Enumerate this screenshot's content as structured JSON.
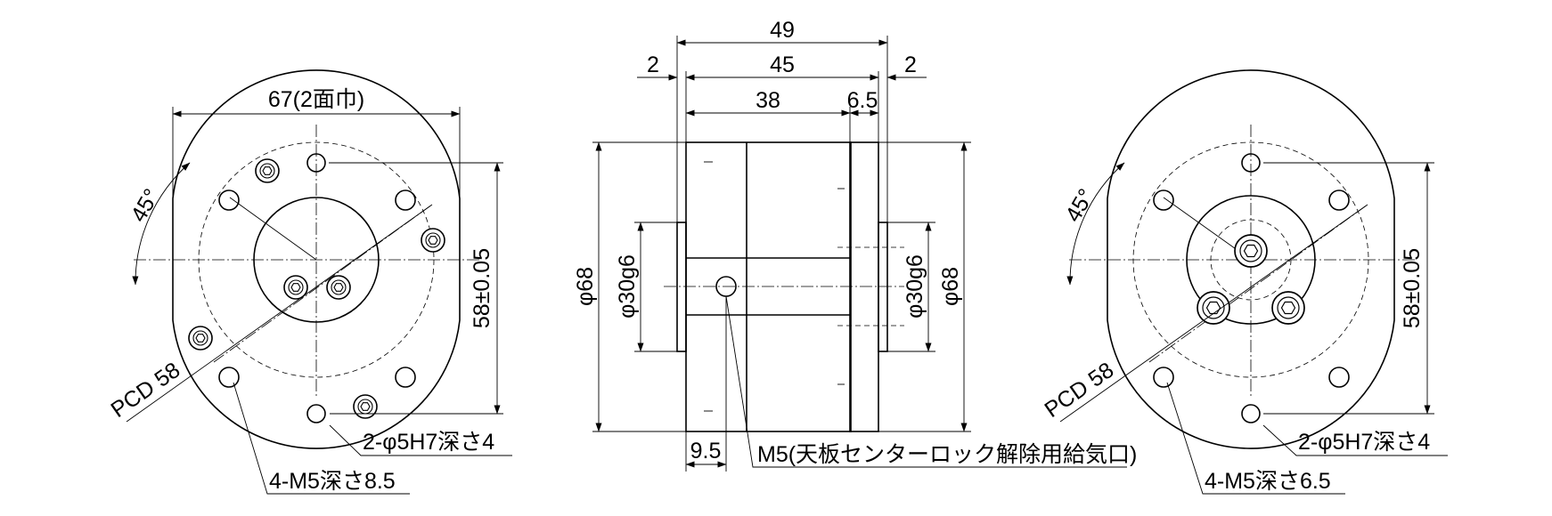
{
  "left_view": {
    "width_dim": "67(2面巾)",
    "height_dim": "58±0.05",
    "angle": "45°",
    "pcd": "PCD 58",
    "pin_hole_note": "2-φ5H7深さ4",
    "tap_note": "4-M5深さ8.5"
  },
  "side_view": {
    "overall_length": "49",
    "body_length": "45",
    "left_gap": "2",
    "right_gap": "2",
    "main_length": "38",
    "plate_length": "6.5",
    "left_diameter": "φ68",
    "left_boss": "φ30g6",
    "right_boss": "φ30g6",
    "right_diameter": "φ68",
    "port_offset": "9.5",
    "port_note": "M5(天板センターロック解除用給気口)"
  },
  "right_view": {
    "angle": "45°",
    "pcd": "PCD 58",
    "height_dim": "58±0.05",
    "pin_hole_note": "2-φ5H7深さ4",
    "tap_note": "4-M5深さ6.5"
  }
}
